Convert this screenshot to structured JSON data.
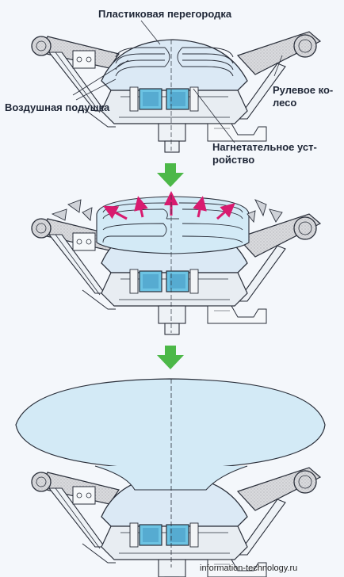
{
  "labels": {
    "partition": "Пластиковая перегородка",
    "steering_line1": "Рулевое ко-",
    "steering_line2": "лесо",
    "airbag": "Воздушная подушка",
    "inflator_line1": "Нагнетательное уст-",
    "inflator_line2": "ройство"
  },
  "watermark": "information-technology.ru",
  "colors": {
    "background": "#f4f7fb",
    "line": "#2a2f3a",
    "wheel_fill": "#d9dadd",
    "module_fill": "#dbe9f5",
    "bag_fill": "#d3eaf6",
    "inflator_fill": "#6cc3e3",
    "arrow_green": "#4cb848",
    "arrow_magenta": "#d81b6f"
  },
  "stages": [
    {
      "name": "folded"
    },
    {
      "name": "deploying"
    },
    {
      "name": "inflated"
    }
  ]
}
